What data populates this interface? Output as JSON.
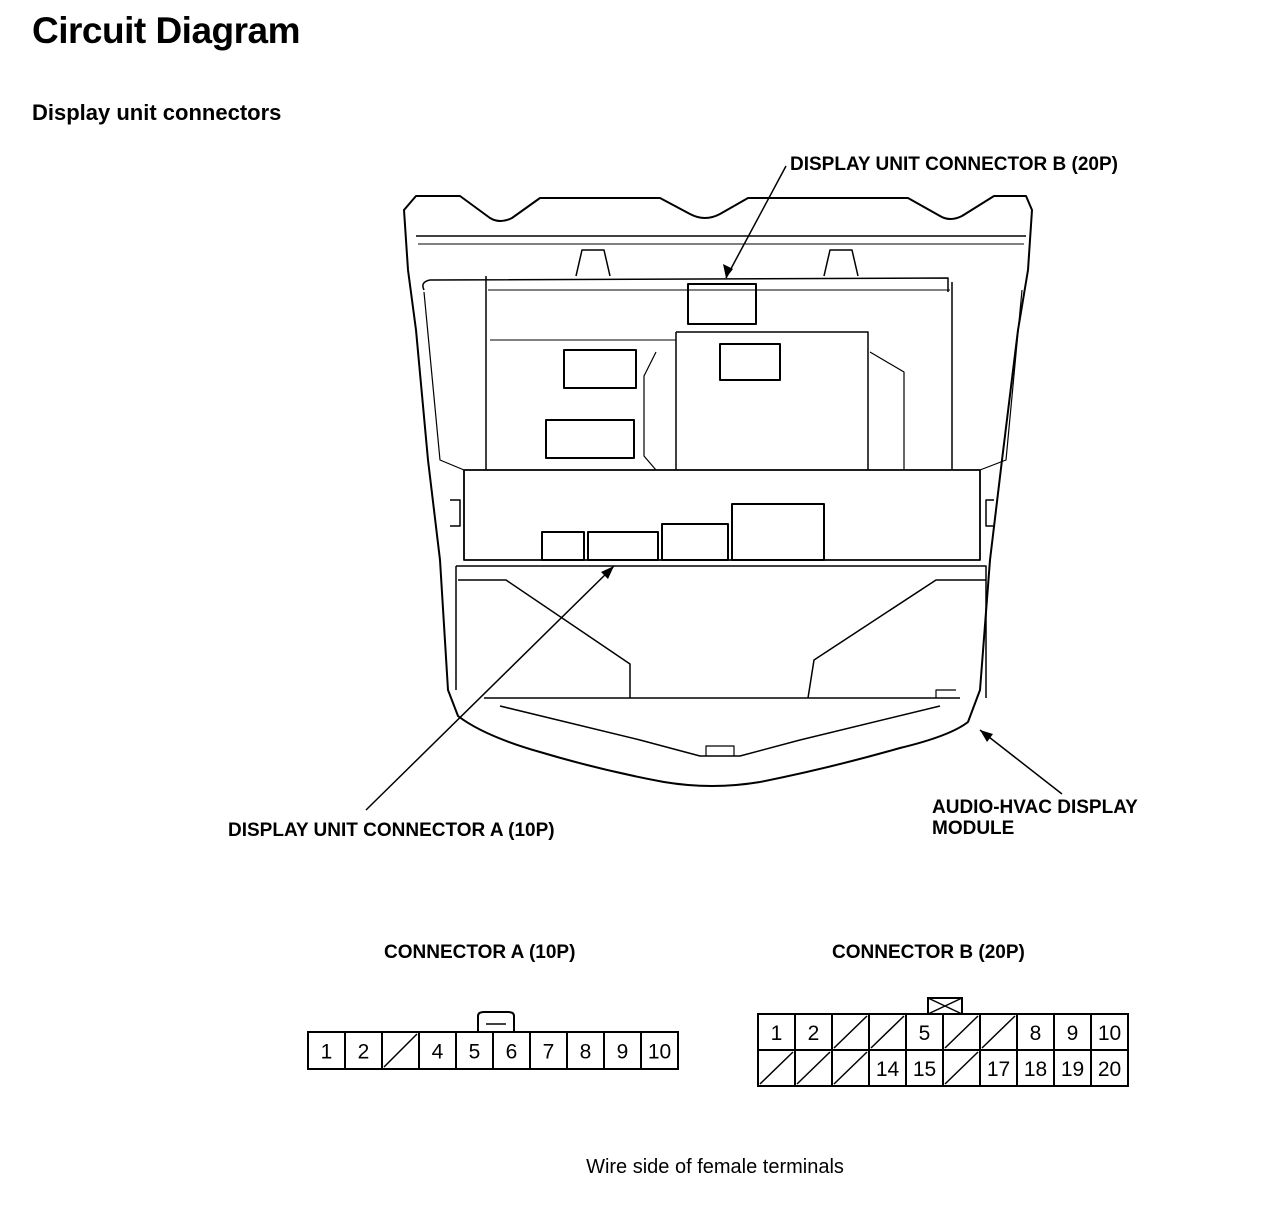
{
  "header": {
    "title": "Circuit Diagram",
    "subtitle": "Display unit connectors"
  },
  "callouts": {
    "connector_b": "DISPLAY UNIT CONNECTOR B (20P)",
    "connector_a": "DISPLAY UNIT CONNECTOR A (10P)",
    "module_line1": "AUDIO-HVAC DISPLAY",
    "module_line2": "MODULE"
  },
  "connector_a": {
    "title": "CONNECTOR A (10P)",
    "terminals": [
      "1",
      "2",
      "",
      "4",
      "5",
      "6",
      "7",
      "8",
      "9",
      "10"
    ]
  },
  "connector_b": {
    "title": "CONNECTOR B (20P)",
    "row1": [
      "1",
      "2",
      "",
      "",
      "5",
      "",
      "",
      "8",
      "9",
      "10"
    ],
    "row2": [
      "",
      "",
      "",
      "14",
      "15",
      "",
      "17",
      "18",
      "19",
      "20"
    ]
  },
  "caption": "Wire side of female terminals"
}
